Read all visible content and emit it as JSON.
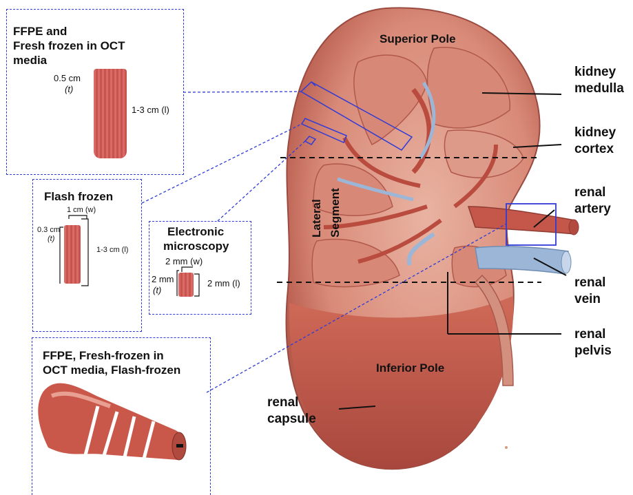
{
  "boxes": {
    "ffpe_oct": {
      "title_line1": "FFPE and",
      "title_line2": "Fresh frozen in OCT",
      "title_line3": "media",
      "thickness": "0.5 cm",
      "thickness_sym": "(t)",
      "length": "1-3 cm (l)"
    },
    "flash_frozen": {
      "title": "Flash frozen",
      "width": "1 cm (w)",
      "thickness": "0.3 cm",
      "thickness_sym": "(t)",
      "length": "1-3 cm (l)"
    },
    "em": {
      "title_line1": "Electronic",
      "title_line2": "microscopy",
      "width": "2 mm (w)",
      "thickness": "2 mm",
      "thickness_sym": "(t)",
      "length": "2 mm (l)"
    },
    "artery_sample": {
      "title_line1": "FFPE, Fresh-frozen in",
      "title_line2": "OCT media, Flash-frozen"
    }
  },
  "labels": {
    "superior_pole": "Superior Pole",
    "inferior_pole": "Inferior Pole",
    "lateral": "Lateral",
    "segment": "Segment",
    "medulla_1": "kidney",
    "medulla_2": "medulla",
    "cortex_1": "kidney",
    "cortex_2": "cortex",
    "artery_1": "renal",
    "artery_2": "artery",
    "vein_1": "renal",
    "vein_2": "vein",
    "pelvis_1": "renal",
    "pelvis_2": "pelvis",
    "capsule_1": "renal",
    "capsule_2": "capsule"
  },
  "colors": {
    "annotation_blue": "#2f3bd6",
    "tissue": "#d96b66",
    "kidney_outer": "#c96a5c",
    "kidney_inner": "#e3a08f",
    "vessel_blue": "#9cb6d8"
  }
}
